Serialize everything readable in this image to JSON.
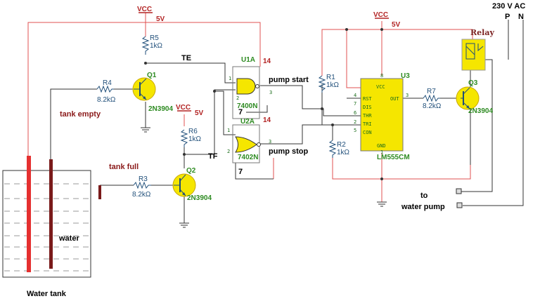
{
  "supply": {
    "vcc_label": "VCC",
    "vcc_5v": "5V",
    "ac_title": "230 V AC",
    "ac_p": "P",
    "ac_n": "N"
  },
  "resistors": {
    "r5": {
      "name": "R5",
      "value": "1kΩ"
    },
    "r4": {
      "name": "R4",
      "value": "8.2kΩ"
    },
    "r6": {
      "name": "R6",
      "value": "1kΩ"
    },
    "r3": {
      "name": "R3",
      "value": "8.2kΩ"
    },
    "r1": {
      "name": "R1",
      "value": "1kΩ"
    },
    "r2": {
      "name": "R2",
      "value": "1kΩ"
    },
    "r7": {
      "name": "R7",
      "value": "8.2kΩ"
    }
  },
  "transistors": {
    "q1": {
      "name": "Q1",
      "part": "2N3904"
    },
    "q2": {
      "name": "Q2",
      "part": "2N3904"
    },
    "q3": {
      "name": "Q3",
      "part": "2N3904"
    }
  },
  "gates": {
    "u1a": {
      "name": "U1A",
      "part": "7400N",
      "pin_in1": "1",
      "pin_in2": "2",
      "pin_out": "3",
      "pin_vcc": "14",
      "pin_gnd": "7"
    },
    "u2a": {
      "name": "U2A",
      "part": "7402N",
      "pin_in1": "1",
      "pin_in2": "2",
      "pin_out": "3",
      "pin_vcc": "14",
      "pin_gnd": "7"
    }
  },
  "timer": {
    "name": "U3",
    "part": "LM555CM",
    "pins": {
      "vcc": "VCC",
      "rst": "RST",
      "dis": "DIS",
      "thr": "THR",
      "tri": "TRI",
      "con": "CON",
      "out": "OUT",
      "gnd": "GND"
    },
    "pin_numbers": {
      "vcc": "8",
      "rst": "4",
      "dis": "7",
      "thr": "6",
      "tri": "2",
      "con": "5",
      "out": "3",
      "gnd": "1"
    }
  },
  "labels": {
    "te": "TE",
    "tf": "TF",
    "tank_empty": "tank empty",
    "tank_full": "tank full",
    "pump_start": "pump start",
    "pump_stop": "pump stop",
    "water": "water",
    "water_tank": "Water tank",
    "relay": "Relay",
    "to": "to",
    "water_pump": "water pump"
  }
}
